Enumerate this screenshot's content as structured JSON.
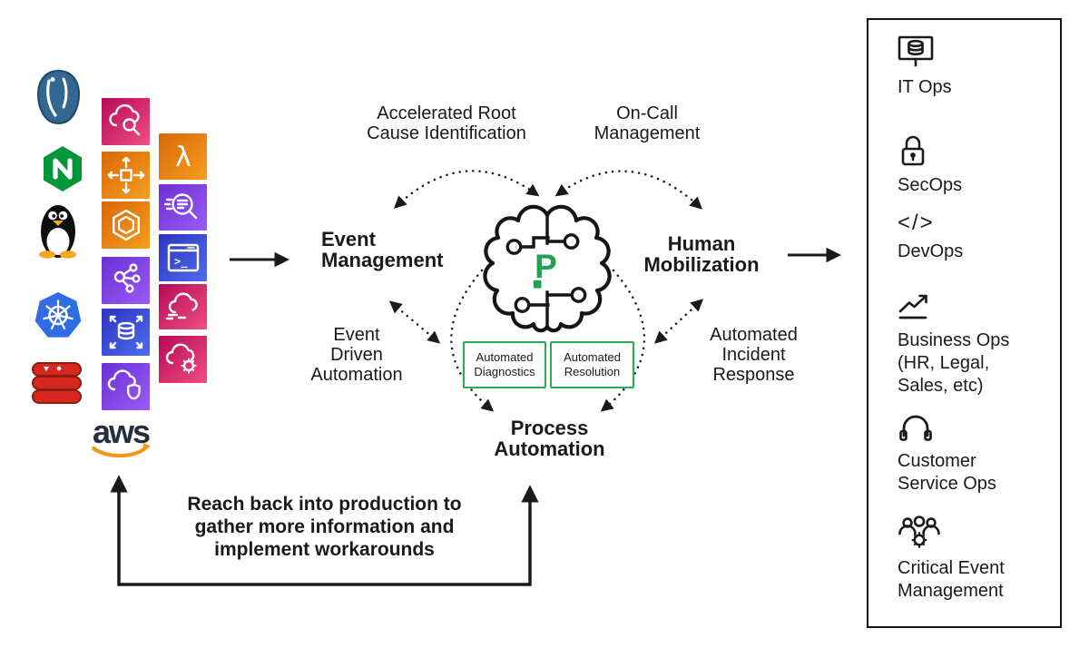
{
  "colors": {
    "ink": "#1a1a1a",
    "pagerduty_green": "#23a350",
    "green_box_border": "#2daa54",
    "aws_orange": "#e8850c",
    "aws_pink": "#d9156e",
    "aws_purple": "#8347e6",
    "aws_blue": "#3d4fd8",
    "postgres_blue": "#336791",
    "nginx_green": "#009639",
    "kubernetes_blue": "#326CE5",
    "redis_red": "#D5281E",
    "aws_smile_orange": "#F7981D",
    "aws_ink": "#252F3E"
  },
  "stack": {
    "brand_logos": [
      "postgresql",
      "nginx",
      "linux-tux",
      "kubernetes",
      "redis"
    ],
    "aws_wordmark": "aws",
    "aws_service_icons_col1": [
      "cloud-search",
      "auto-scaling",
      "container-hexagon",
      "share-network",
      "database-scale",
      "cloud-shield"
    ],
    "aws_service_icons_col2": [
      "lambda",
      "document-search",
      "terminal",
      "cloud-streams",
      "cloud-gear"
    ],
    "lambda_glyph": "λ",
    "terminal_glyph": ">_"
  },
  "flow": {
    "accelerated_root_cause": "Accelerated Root\nCause Identification",
    "on_call": "On-Call\nManagement",
    "event_management": "Event\nManagement",
    "human_mobilization": "Human\nMobilization",
    "event_driven_automation": "Event\nDriven\nAutomation",
    "automated_incident_response": "Automated\nIncident\nResponse",
    "process_automation": "Process\nAutomation",
    "automated_diagnostics": "Automated\nDiagnostics",
    "automated_resolution": "Automated\nResolution",
    "reach_back": "Reach back into production to\ngather more information and\nimplement workarounds",
    "brain_letter": "P"
  },
  "ops_panel": {
    "items": [
      {
        "icon": "monitor-database-icon",
        "label": "IT Ops"
      },
      {
        "icon": "lock-icon",
        "label": "SecOps"
      },
      {
        "icon": "code-icon",
        "label": "DevOps",
        "glyph": "</>"
      },
      {
        "icon": "trend-up-icon",
        "label": "Business Ops\n(HR, Legal,\nSales, etc)"
      },
      {
        "icon": "headset-icon",
        "label": "Customer\nService Ops"
      },
      {
        "icon": "people-gear-icon",
        "label": "Critical Event\nManagement"
      }
    ]
  }
}
